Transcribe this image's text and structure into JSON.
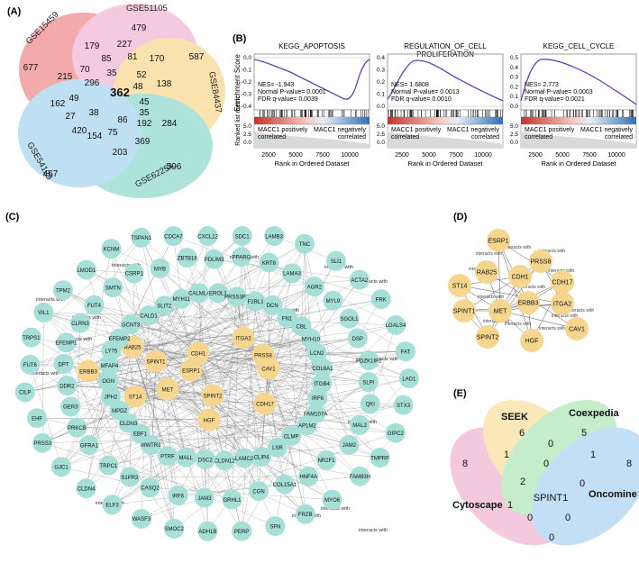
{
  "panelA": {
    "label": "(A)",
    "sets": [
      "GSE15459",
      "GSE51105",
      "GSE84437",
      "GSE62254",
      "GSE54129"
    ],
    "counts": [
      "677",
      "479",
      "587",
      "596",
      "467",
      "179",
      "227",
      "81",
      "170",
      "215",
      "70",
      "85",
      "35",
      "52",
      "138",
      "296",
      "362",
      "48",
      "162",
      "49",
      "45",
      "27",
      "38",
      "35",
      "420",
      "86",
      "192",
      "284",
      "75",
      "154",
      "369",
      "203"
    ],
    "colors": {
      "GSE15459": "#f08a8a",
      "GSE51105": "#f2b5d4",
      "GSE84437": "#f9d78f",
      "GSE62254": "#8fd9cf",
      "GSE54129": "#a7d4ee"
    }
  },
  "panelB": {
    "label": "(B)",
    "y_title": "Enrichment Score",
    "y_title2": "Ranked list metric",
    "x_title": "Rank in Ordered Dataset",
    "x_ticks": [
      "2500",
      "5000",
      "7500",
      "10000"
    ],
    "pos_label_1": "MACC1 positively",
    "pos_label_2": "correlated",
    "neg_label_1": "MACC1 negatively",
    "neg_label_2": "correlated",
    "metric_ticks": [
      "5.0",
      "2.5",
      "0.0"
    ],
    "plots": [
      {
        "title_1": "KEGG_APOPTOSIS",
        "title_2": "",
        "nes": "NES= -1.943",
        "pval": "Normal P-value= 0.0001",
        "fdr": "FDR q-value= 0.0039",
        "es_ticks": [
          "0.0",
          "-0.1",
          "-0.2",
          "-0.3",
          "-0.4"
        ]
      },
      {
        "title_1": "REGULATION_OF_CELL",
        "title_2": "PROLIFERATION",
        "nes": "NES= 1.6808",
        "pval": "Normal P-value= 0.0013",
        "fdr": "FDR q-value= 0.0010",
        "es_ticks": [
          "0.4",
          "0.3",
          "0.2",
          "0.1",
          "0.0"
        ]
      },
      {
        "title_1": "KEGG_CELL_CYCLE",
        "title_2": "",
        "nes": "NES= 2.773",
        "pval": "Normal P-value= 0.0003",
        "fdr": "FDR q-value= 0.0021",
        "es_ticks": [
          "0.5",
          "0.4",
          "0.3",
          "0.2",
          "0.1",
          "0.0"
        ]
      }
    ]
  },
  "panelC": {
    "label": "(C)",
    "hub_genes": [
      "RAB25",
      "SPINT1",
      "ERBB3",
      "CDH1",
      "ESRP1",
      "PRSS8",
      "CAV1",
      "ITGA2",
      "ST14",
      "MET",
      "SPINT2",
      "HGF",
      "CDH17"
    ],
    "genes": [
      "LAD1",
      "QKI",
      "FAM107A",
      "STX3",
      "MAL2",
      "AP1M2",
      "GIPC2",
      "JAM2",
      "CLMP",
      "TMPRF",
      "NR2F1",
      "LSR",
      "FAM83H",
      "HNF4A",
      "CLIP4",
      "MYO6",
      "COL15A1",
      "LAMC2",
      "FRZB",
      "CGN",
      "CLDN12",
      "SFN",
      "GRHL1",
      "DSC2",
      "PERP",
      "JAM3",
      "MALL",
      "ADH1B",
      "IRF6",
      "PTRF",
      "SMOC2",
      "CASQ2",
      "WWTR1",
      "WASF3",
      "S1PR3",
      "EBF1",
      "ELF3",
      "TRPC1",
      "CLDN3",
      "CLDN4",
      "GFRA1",
      "MPDZ",
      "GJC1",
      "PRKCB",
      "JPH2",
      "PRSS3",
      "GER3",
      "OGN",
      "EHF",
      "DDR2",
      "MFAP4",
      "CILP",
      "DPT",
      "LY75",
      "FUT6",
      "EFEMP1",
      "EFEMP2",
      "TRPS1",
      "CLRN3",
      "GCNT3",
      "VIL1",
      "FUT4",
      "CALD1",
      "TPM2",
      "SMTN",
      "SLIT2",
      "LMOD1",
      "CSRP1",
      "MYH11",
      "KCNM",
      "MYB",
      "CALML4",
      "TSPAN1",
      "ZBTB16",
      "EROL1",
      "CDCA7",
      "PDLIM3",
      "PRSS3P2",
      "CXCL12",
      "PPARG",
      "F2RL1",
      "SDC1",
      "KRT8",
      "DCN",
      "LAMB3",
      "LAMA3",
      "FN1",
      "TNC",
      "AGR2",
      "CBL",
      "SLI1",
      "MYL9",
      "MYH10",
      "ACTA2",
      "SGOL1",
      "LCN2",
      "FRK",
      "DSP",
      "COL6A1",
      "LGALS4",
      "PDZK1IP1",
      "ITGB4",
      "FAT",
      "SLPI",
      "IRF6"
    ],
    "edge_label": "interacts with"
  },
  "panelD": {
    "label": "(D)",
    "nodes": [
      "ESRP1",
      "PRSS8",
      "RAB25",
      "CDH1",
      "CDH17",
      "ST14",
      "MET",
      "ITGA2",
      "ERBB3",
      "SPINT1",
      "CAV1",
      "SPINT2",
      "HGF"
    ],
    "edge_label": "interacts with"
  },
  "panelE": {
    "label": "(E)",
    "sets": [
      "SEEK",
      "Coexpedia",
      "Cytoscape",
      "Oncomine"
    ],
    "counts": [
      "6",
      "0",
      "5",
      "1",
      "0",
      "1",
      "8",
      "8",
      "2",
      "0",
      "1",
      "0",
      "0",
      "0"
    ],
    "center_label": "SPINT1"
  }
}
